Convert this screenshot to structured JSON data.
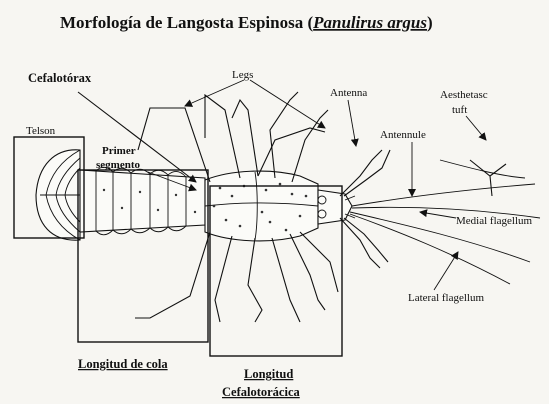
{
  "title": {
    "main": "Morfología de Langosta Espinosa (",
    "species": "Panulirus argus",
    "close": ")"
  },
  "labels": {
    "legs": "Legs",
    "cefalotorax": "Cefalotórax",
    "antenna": "Antenna",
    "aesthetasc_line1": "Aesthetasc",
    "aesthetasc_line2": "tuft",
    "telson": "Telson",
    "primer_line1": "Primer",
    "primer_line2": "segmento",
    "antennule": "Antennule",
    "medial_flagellum": "Medial flagellum",
    "lateral_flagellum": "Lateral flagellum",
    "longitud_cola": "Longitud de cola",
    "longitud_cefalo_line1": "Longitud",
    "longitud_cefalo_line2": "Cefalotorácica"
  }
}
